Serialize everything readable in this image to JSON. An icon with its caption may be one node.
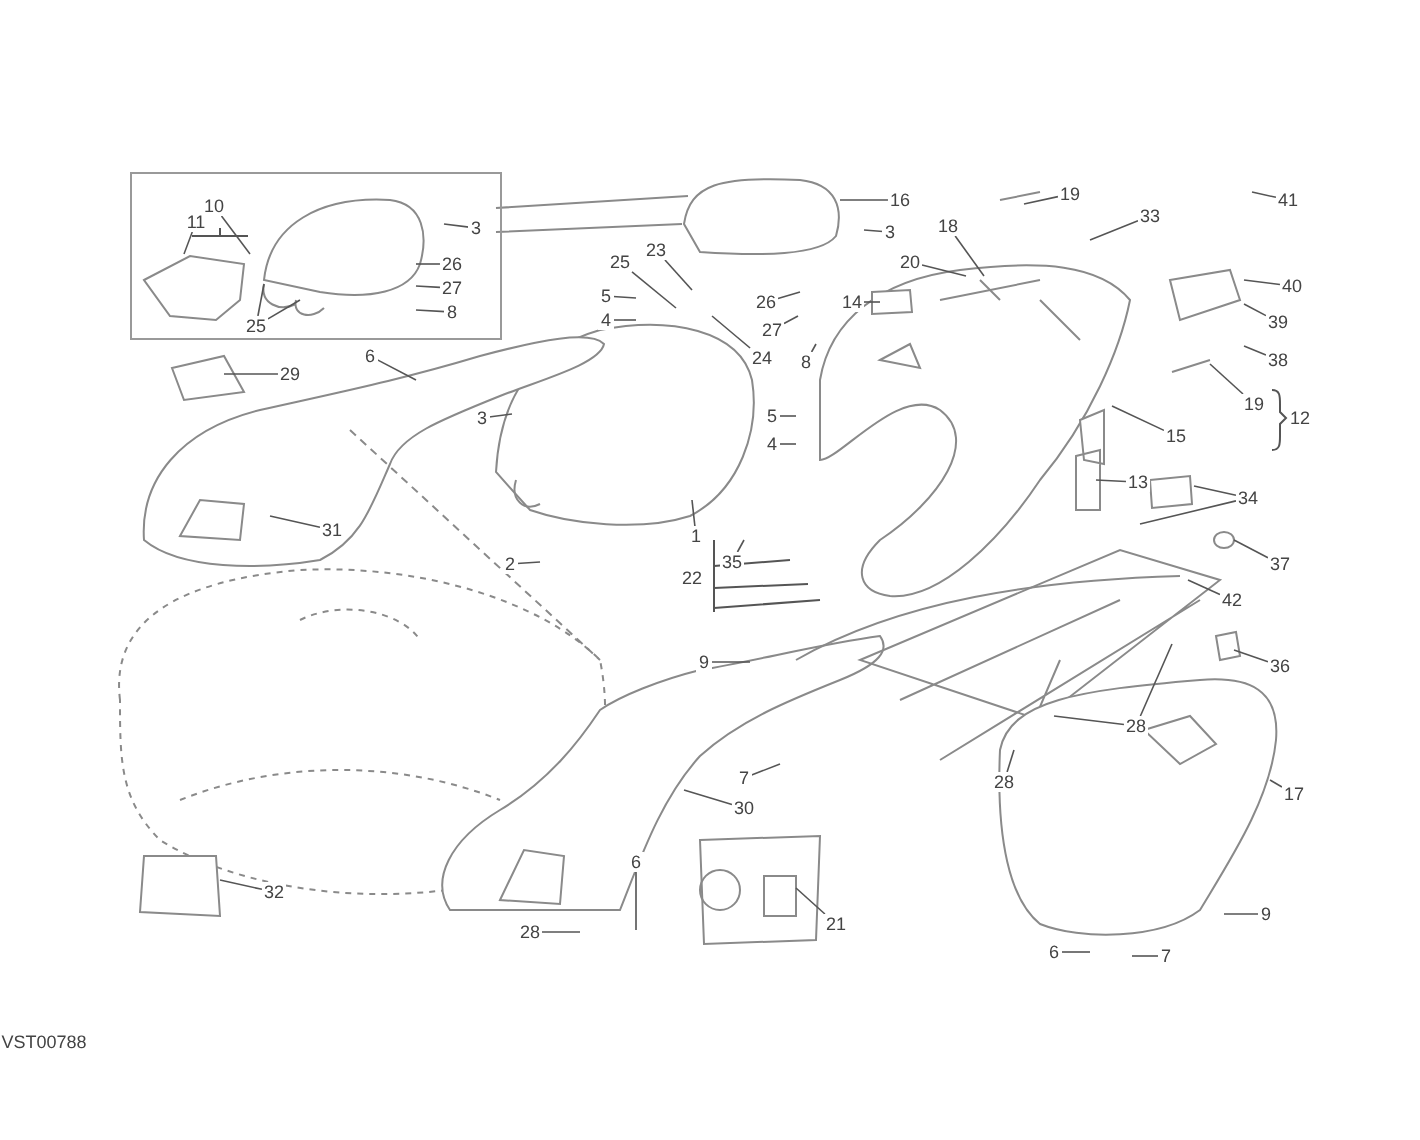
{
  "diagram": {
    "nodes": [
      {
        "text": [],
        "shape": "box"
      },
      {
        "text": [
          "10"
        ],
        "in": 0
      },
      {
        "text": [
          "11"
        ],
        "in": 0
      },
      {
        "text": [
          "3"
        ],
        "in": 0
      },
      {
        "text": [
          "26"
        ],
        "in": 0
      },
      {
        "text": [
          "27"
        ],
        "in": 0
      },
      {
        "text": [
          "8"
        ],
        "in": 0
      },
      {
        "text": [
          "25"
        ],
        "in": 0
      },
      {
        "text": [
          "16"
        ]
      },
      {
        "text": [
          "19"
        ]
      },
      {
        "text": [
          "41"
        ]
      },
      {
        "text": [
          "3"
        ]
      },
      {
        "text": [
          "23"
        ]
      },
      {
        "text": [
          "18"
        ]
      },
      {
        "text": [
          "33"
        ]
      },
      {
        "text": [
          "25"
        ]
      },
      {
        "text": [
          "20"
        ]
      },
      {
        "text": [
          "40"
        ]
      },
      {
        "text": [
          "5"
        ]
      },
      {
        "text": [
          "26"
        ]
      },
      {
        "text": [
          "14"
        ]
      },
      {
        "text": [
          "4"
        ]
      },
      {
        "text": [
          "39"
        ]
      },
      {
        "text": [
          "27"
        ]
      },
      {
        "text": [
          "6"
        ]
      },
      {
        "text": [
          "24"
        ]
      },
      {
        "text": [
          "8"
        ]
      },
      {
        "text": [
          "38"
        ]
      },
      {
        "text": [
          "29"
        ]
      },
      {
        "text": [
          "19"
        ]
      },
      {
        "text": [
          "5"
        ]
      },
      {
        "text": [
          "3"
        ]
      },
      {
        "text": [
          "15"
        ]
      },
      {
        "text": [
          "4"
        ]
      },
      {
        "text": [
          "13"
        ]
      },
      {
        "text": [
          "34"
        ]
      },
      {
        "text": [
          "31"
        ]
      },
      {
        "text": [
          "1"
        ]
      },
      {
        "text": [
          "35"
        ]
      },
      {
        "text": [
          "2"
        ]
      },
      {
        "text": [
          "37"
        ]
      },
      {
        "text": [
          "42"
        ]
      },
      {
        "text": [
          "9"
        ]
      },
      {
        "text": [
          "36"
        ]
      },
      {
        "text": [
          "28"
        ]
      },
      {
        "text": [
          "7"
        ]
      },
      {
        "text": [
          "28"
        ]
      },
      {
        "text": [
          "17"
        ]
      },
      {
        "text": [
          "30"
        ]
      },
      {
        "text": [
          "6"
        ]
      },
      {
        "text": [
          "32"
        ]
      },
      {
        "text": [
          "9"
        ]
      },
      {
        "text": [
          "21"
        ]
      },
      {
        "text": [
          "28"
        ]
      },
      {
        "text": [
          "6"
        ]
      },
      {
        "text": [
          "7"
        ]
      }
    ],
    "edges": [
      {
        "from": 1,
        "to": null,
        "arrow": "none"
      },
      {
        "from": 2,
        "to": null,
        "arrow": "none"
      },
      {
        "from": 3,
        "to": null,
        "arrow": "none"
      },
      {
        "from": 4,
        "to": null,
        "arrow": "none"
      },
      {
        "from": 5,
        "to": null,
        "arrow": "none"
      },
      {
        "from": 6,
        "to": null,
        "arrow": "none"
      },
      {
        "from": 7,
        "to": null,
        "arrow": "none"
      },
      {
        "from": 7,
        "to": null,
        "arrow": "none"
      },
      {
        "from": 8,
        "to": null,
        "arrow": "none"
      },
      {
        "from": 9,
        "to": null,
        "arrow": "none"
      },
      {
        "from": 10,
        "to": null,
        "arrow": "none"
      },
      {
        "from": 11,
        "to": null,
        "arrow": "none"
      },
      {
        "from": 12,
        "to": null,
        "arrow": "none"
      },
      {
        "from": 13,
        "to": null,
        "arrow": "none"
      },
      {
        "from": 14,
        "to": null,
        "arrow": "none"
      },
      {
        "from": 15,
        "to": null,
        "arrow": "none"
      },
      {
        "from": 16,
        "to": null,
        "arrow": "none"
      },
      {
        "from": 17,
        "to": null,
        "arrow": "none"
      },
      {
        "from": 18,
        "to": null,
        "arrow": "none"
      },
      {
        "from": 19,
        "to": null,
        "arrow": "none"
      },
      {
        "from": 20,
        "to": null,
        "arrow": "none"
      },
      {
        "from": 21,
        "to": null,
        "arrow": "none"
      },
      {
        "from": 22,
        "to": null,
        "arrow": "none"
      },
      {
        "from": 23,
        "to": null,
        "arrow": "none"
      },
      {
        "from": 24,
        "to": null,
        "arrow": "none"
      },
      {
        "from": 25,
        "to": null,
        "arrow": "none"
      },
      {
        "from": 26,
        "to": null,
        "arrow": "none"
      },
      {
        "from": 27,
        "to": null,
        "arrow": "none"
      },
      {
        "from": 28,
        "to": null,
        "arrow": "none"
      },
      {
        "from": 29,
        "to": null,
        "arrow": "none"
      },
      {
        "from": 30,
        "to": null,
        "arrow": "none"
      },
      {
        "from": 31,
        "to": null,
        "arrow": "none"
      },
      {
        "from": 32,
        "to": null,
        "arrow": "none"
      },
      {
        "from": 33,
        "to": null,
        "arrow": "none"
      },
      {
        "from": 34,
        "to": null,
        "arrow": "none"
      },
      {
        "from": 35,
        "to": null,
        "arrow": "none"
      },
      {
        "from": 35,
        "to": null,
        "arrow": "none"
      },
      {
        "from": 36,
        "to": null,
        "arrow": "none"
      },
      {
        "from": 37,
        "to": null,
        "arrow": "none"
      },
      {
        "from": 38,
        "to": null,
        "arrow": "none"
      },
      {
        "from": 39,
        "to": null,
        "arrow": "none"
      },
      {
        "from": 40,
        "to": null,
        "arrow": "none"
      },
      {
        "from": 41,
        "to": null,
        "arrow": "none"
      },
      {
        "from": 42,
        "to": null,
        "arrow": "none"
      },
      {
        "from": 43,
        "to": null,
        "arrow": "none"
      },
      {
        "from": 44,
        "to": null,
        "arrow": "none"
      },
      {
        "from": 44,
        "to": null,
        "arrow": "none"
      },
      {
        "from": 45,
        "to": null,
        "arrow": "none"
      },
      {
        "from": 46,
        "to": null,
        "arrow": "none"
      },
      {
        "from": 47,
        "to": null,
        "arrow": "none"
      },
      {
        "from": 48,
        "to": null,
        "arrow": "none"
      },
      {
        "from": 49,
        "to": null,
        "arrow": "none"
      },
      {
        "from": 50,
        "to": null,
        "arrow": "none"
      },
      {
        "from": 51,
        "to": null,
        "arrow": "none"
      },
      {
        "from": 52,
        "to": null,
        "arrow": "none"
      },
      {
        "from": 53,
        "to": null,
        "arrow": "none"
      },
      {
        "from": 54,
        "to": null,
        "arrow": "none"
      },
      {
        "from": 55,
        "to": null,
        "arrow": "none"
      }
    ],
    "labels": [
      "12",
      "22",
      "VST00788"
    ]
  }
}
